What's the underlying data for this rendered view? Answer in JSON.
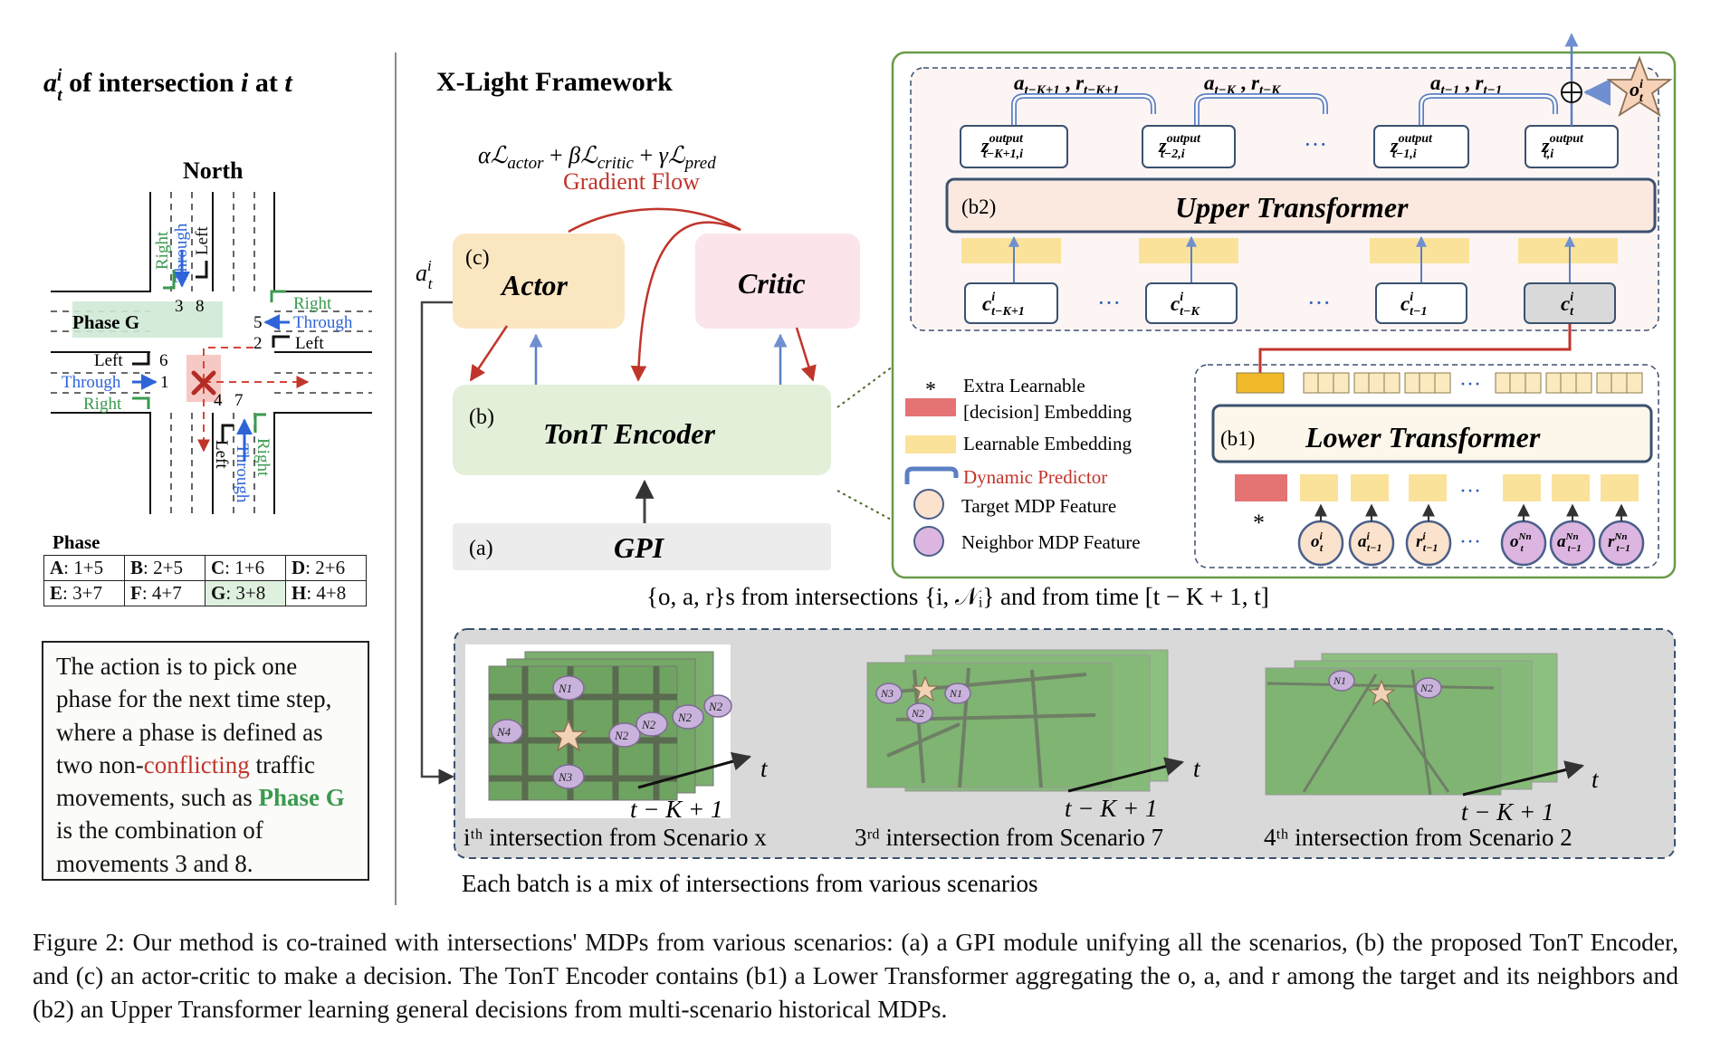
{
  "left_panel": {
    "title": "a_t^i of intersection i at t",
    "north_label": "North",
    "phase_g_label": "Phase G",
    "movement_labels": {
      "right": "Right",
      "through": "Through",
      "left": "Left",
      "numbers": [
        "1",
        "2",
        "3",
        "4",
        "5",
        "6",
        "7",
        "8"
      ]
    },
    "phase_heading": "Phase",
    "phase_table": [
      [
        {
          "k": "A",
          "v": ": 1+5"
        },
        {
          "k": "B",
          "v": ": 2+5"
        },
        {
          "k": "C",
          "v": ": 1+6"
        },
        {
          "k": "D",
          "v": ": 2+6"
        }
      ],
      [
        {
          "k": "E",
          "v": ": 3+7"
        },
        {
          "k": "F",
          "v": ": 4+7"
        },
        {
          "k": "G",
          "v": ": 3+8"
        },
        {
          "k": "H",
          "v": ": 4+8"
        }
      ]
    ],
    "note": {
      "part1": "The action is to pick one phase for the next time step, where a phase is defined as two non-",
      "red": "conflicting",
      "part2": " traffic movements, such as ",
      "green": "Phase G",
      "part3": " is the combination of movements 3 and 8."
    }
  },
  "framework": {
    "title": "X-Light Framework",
    "loss": "αℒactor + βℒcritic + γℒpred",
    "gradient_flow": "Gradient Flow",
    "action_label": "a_t^i",
    "actor": {
      "tag": "(c)",
      "label": "Actor"
    },
    "critic": {
      "label": "Critic"
    },
    "encoder": {
      "tag": "(b)",
      "label": "TonT Encoder"
    },
    "gpi": {
      "tag": "(a)",
      "label": "GPI"
    },
    "input_text": "{o, a, r}s from intersections {i, 𝒩ᵢ} and from time [t − K + 1, t]",
    "scenarios": [
      {
        "caption": "iᵗʰ intersection from Scenario x"
      },
      {
        "caption": "3ʳᵈ intersection from Scenario 7"
      },
      {
        "caption": "4ᵗʰ intersection from Scenario 2"
      }
    ],
    "time_label": "t",
    "time_start": "t − K + 1",
    "batch_note": "Each batch is a mix of intersections from various scenarios",
    "grid_nodes": [
      "N1",
      "N2",
      "N3",
      "N4",
      "N2",
      "N2",
      "N2"
    ]
  },
  "upper": {
    "tag": "(b2)",
    "label": "Upper Transformer",
    "ar_labels": [
      "a_{t−K+1}, r_{t−K+1}",
      "a_{t−K}, r_{t−K}",
      "a_{t−1}, r_{t−1}"
    ],
    "z_labels": [
      "z_{t−K+1,i}",
      "z_{t−2,i}",
      "z_{t−1,i}",
      "z_{t,i}"
    ],
    "c_labels": [
      "c_{t−K+1}",
      "c_{t−K}",
      "c_{t−1}",
      "c_t"
    ],
    "ellipsis": "···",
    "output_sup": "output",
    "star_label": "o_t^i"
  },
  "lower": {
    "tag": "(b1)",
    "label": "Lower Transformer",
    "inputs": [
      "o_t^i",
      "a_{t−1}^i",
      "r_{t−1}^i",
      "o_t^{Nn}",
      "a_{t−1}^{Nn}",
      "r_{t−1}^{Nn}"
    ],
    "star": "*"
  },
  "legend": [
    {
      "symbol": "*",
      "line1": "Extra Learnable",
      "line2": "[decision] Embedding"
    },
    {
      "label": "Learnable Embedding"
    },
    {
      "label": "Dynamic Predictor"
    },
    {
      "label": "Target MDP Feature"
    },
    {
      "label": "Neighbor MDP Feature"
    }
  ],
  "colors": {
    "actor": "#fbe6c2",
    "critic": "#fbe4ea",
    "encoder": "#e3efd9",
    "gpi": "#ececec",
    "learnable": "#fbe29a",
    "decision": "#e57373",
    "target": "#fbe2cc",
    "neighbor": "#dcb6e0",
    "frame_green": "#6a9a4a",
    "red": "#c0352b",
    "blue": "#2e5fb8",
    "green": "#3a9a4e"
  },
  "caption": "Figure 2: Our method is co-trained with intersections' MDPs from various scenarios: (a) a GPI module unifying all the scenarios, (b) the proposed TonT Encoder, and (c) an actor-critic to make a decision. The TonT Encoder contains (b1) a Lower Transformer aggregating the o, a, and r among the target and its neighbors and (b2) an Upper Transformer learning general decisions from multi-scenario historical MDPs."
}
